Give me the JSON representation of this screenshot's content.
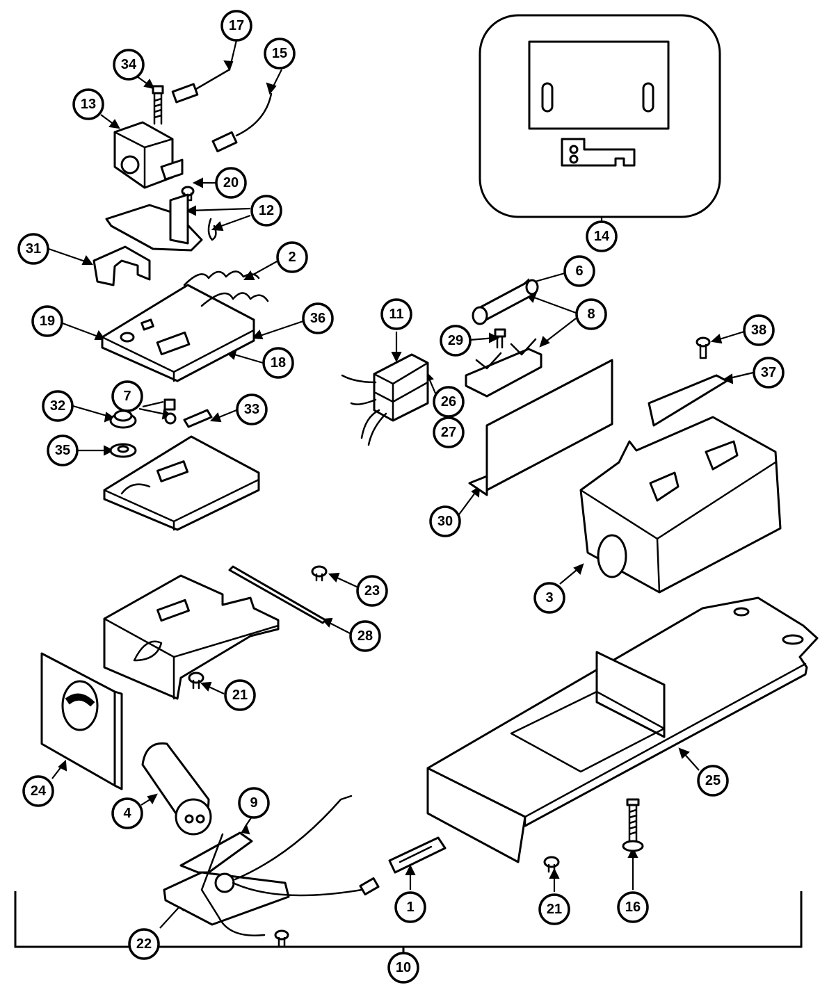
{
  "callouts": [
    {
      "id": "p17",
      "label": "17"
    },
    {
      "id": "p15",
      "label": "15"
    },
    {
      "id": "p34",
      "label": "34"
    },
    {
      "id": "p13",
      "label": "13"
    },
    {
      "id": "p20",
      "label": "20"
    },
    {
      "id": "p12",
      "label": "12"
    },
    {
      "id": "p31",
      "label": "31"
    },
    {
      "id": "p2",
      "label": "2"
    },
    {
      "id": "p19",
      "label": "19"
    },
    {
      "id": "p36",
      "label": "36"
    },
    {
      "id": "p18",
      "label": "18"
    },
    {
      "id": "p14",
      "label": "14"
    },
    {
      "id": "p6",
      "label": "6"
    },
    {
      "id": "p8",
      "label": "8"
    },
    {
      "id": "p11",
      "label": "11"
    },
    {
      "id": "p29",
      "label": "29"
    },
    {
      "id": "p38",
      "label": "38"
    },
    {
      "id": "p37",
      "label": "37"
    },
    {
      "id": "p26",
      "label": "26"
    },
    {
      "id": "p27",
      "label": "27"
    },
    {
      "id": "p7",
      "label": "7"
    },
    {
      "id": "p32",
      "label": "32"
    },
    {
      "id": "p33",
      "label": "33"
    },
    {
      "id": "p35",
      "label": "35"
    },
    {
      "id": "p30",
      "label": "30"
    },
    {
      "id": "p3",
      "label": "3"
    },
    {
      "id": "p23",
      "label": "23"
    },
    {
      "id": "p28",
      "label": "28"
    },
    {
      "id": "p21a",
      "label": "21"
    },
    {
      "id": "p24",
      "label": "24"
    },
    {
      "id": "p25",
      "label": "25"
    },
    {
      "id": "p4",
      "label": "4"
    },
    {
      "id": "p9",
      "label": "9"
    },
    {
      "id": "p1",
      "label": "1"
    },
    {
      "id": "p21b",
      "label": "21"
    },
    {
      "id": "p16",
      "label": "16"
    },
    {
      "id": "p22",
      "label": "22"
    },
    {
      "id": "p10",
      "label": "10"
    }
  ]
}
